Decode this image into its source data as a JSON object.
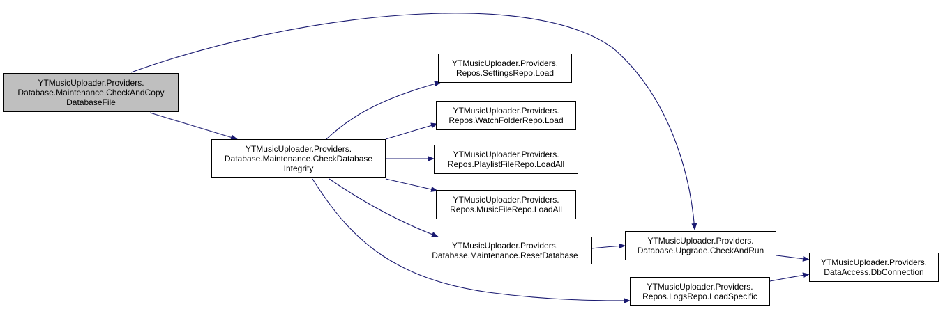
{
  "nodes": [
    {
      "id": "check_copy",
      "root": true,
      "lines": [
        "YTMusicUploader.Providers.",
        "Database.Maintenance.CheckAndCopy",
        "DatabaseFile"
      ]
    },
    {
      "id": "check_integrity",
      "lines": [
        "YTMusicUploader.Providers.",
        "Database.Maintenance.CheckDatabase",
        "Integrity"
      ]
    },
    {
      "id": "settings_load",
      "lines": [
        "YTMusicUploader.Providers.",
        "Repos.SettingsRepo.Load"
      ]
    },
    {
      "id": "watchfolder_load",
      "lines": [
        "YTMusicUploader.Providers.",
        "Repos.WatchFolderRepo.Load"
      ]
    },
    {
      "id": "playlist_loadall",
      "lines": [
        "YTMusicUploader.Providers.",
        "Repos.PlaylistFileRepo.LoadAll"
      ]
    },
    {
      "id": "musicfile_loadall",
      "lines": [
        "YTMusicUploader.Providers.",
        "Repos.MusicFileRepo.LoadAll"
      ]
    },
    {
      "id": "reset_db",
      "lines": [
        "YTMusicUploader.Providers.",
        "Database.Maintenance.ResetDatabase"
      ]
    },
    {
      "id": "upgrade",
      "lines": [
        "YTMusicUploader.Providers.",
        "Database.Upgrade.CheckAndRun"
      ]
    },
    {
      "id": "logs_load",
      "lines": [
        "YTMusicUploader.Providers.",
        "Repos.LogsRepo.LoadSpecific"
      ]
    },
    {
      "id": "dbconnection",
      "lines": [
        "YTMusicUploader.Providers.",
        "DataAccess.DbConnection"
      ]
    }
  ],
  "edges": [
    {
      "from": "check_copy",
      "to": "check_integrity"
    },
    {
      "from": "check_copy",
      "to": "upgrade"
    },
    {
      "from": "check_integrity",
      "to": "settings_load"
    },
    {
      "from": "check_integrity",
      "to": "watchfolder_load"
    },
    {
      "from": "check_integrity",
      "to": "playlist_loadall"
    },
    {
      "from": "check_integrity",
      "to": "musicfile_loadall"
    },
    {
      "from": "check_integrity",
      "to": "reset_db"
    },
    {
      "from": "check_integrity",
      "to": "logs_load"
    },
    {
      "from": "reset_db",
      "to": "upgrade"
    },
    {
      "from": "upgrade",
      "to": "dbconnection"
    },
    {
      "from": "logs_load",
      "to": "dbconnection"
    }
  ],
  "colors": {
    "edge": "#191970",
    "root_fill": "#bfbfbf",
    "node_fill": "#ffffff",
    "border": "#000000"
  }
}
